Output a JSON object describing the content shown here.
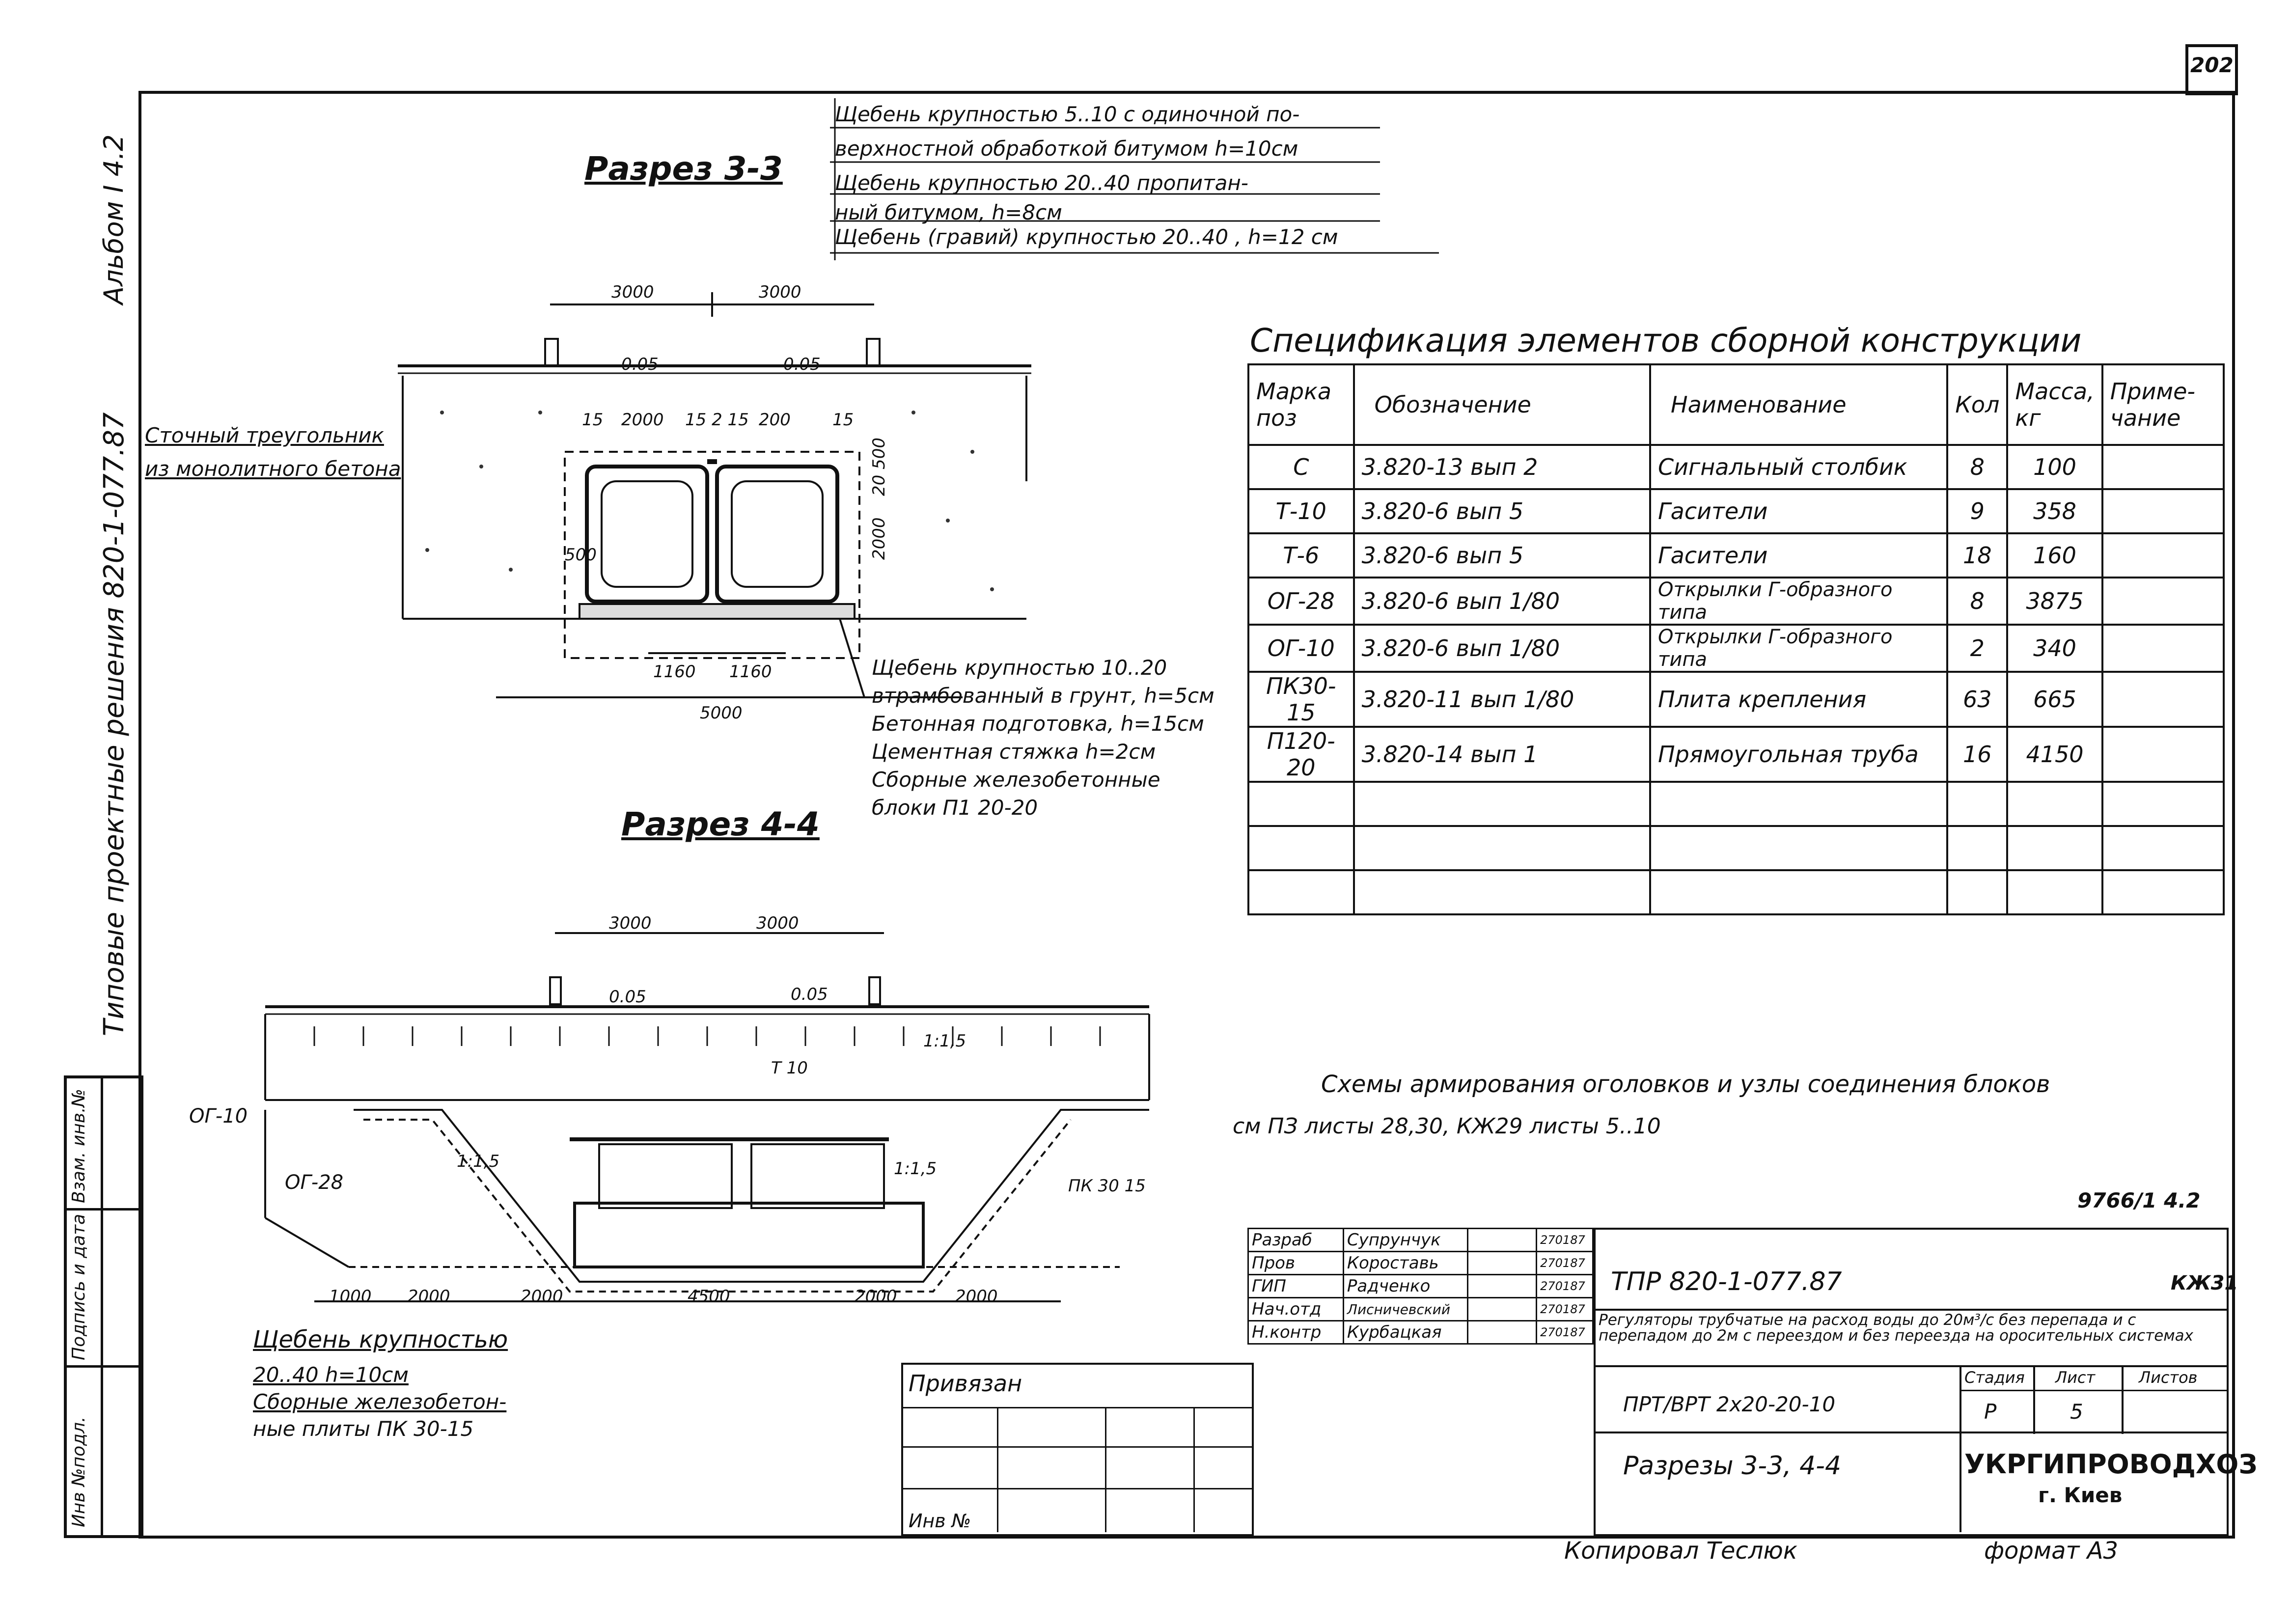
{
  "sheet_number": "202",
  "side_album": "Альбом I 4.2",
  "side_series": "Типовые проектные решения 820-1-077.87",
  "side_fields": [
    "Инв №подл.",
    "Подпись и дата",
    "Взам. инв.№"
  ],
  "top_notes": [
    "Щебень крупностью 5..10   с одиночной по-",
    "верхностной обработкой битумом h=10см",
    "Щебень крупностью 20..40   пропитан-",
    "ный битумом, h=8см",
    "Щебень (гравий) крупностью 20..40   , h=12 см"
  ],
  "section_33": {
    "title": "Разрез 3-3",
    "left_note": [
      "Сточный треугольник",
      "из монолитного бетона"
    ],
    "dims": {
      "d3000a": "3000",
      "d3000b": "3000",
      "d005a": "0.05",
      "d005b": "0.05",
      "d15a": "15",
      "d2000": "2000",
      "d15215": "15 2 15",
      "d200": "200",
      "d15b": "15",
      "d500": "500",
      "d1160a": "1160",
      "d1160b": "1160",
      "d5000": "5000",
      "v2000": "2000",
      "v20500": "20 500"
    },
    "bottom_notes": [
      "Щебень крупностью 10..20",
      "втрамбованный в грунт, h=5см",
      "Бетонная подготовка, h=15см",
      "Цементная стяжка h=2см",
      "Сборные железобетонные",
      "блоки П1 20-20"
    ]
  },
  "section_44": {
    "title": "Разрез 4-4",
    "labels": {
      "og10": "ОГ-10",
      "og28": "ОГ-28",
      "t10": "Т 10",
      "pk3015": "ПК 30 15",
      "slope1": "1:1,5",
      "slope2": "1:1,5",
      "slope3": "1:1,5"
    },
    "dims": {
      "d3000a": "3000",
      "d3000b": "3000",
      "d005a": "0.05",
      "d005b": "0.05",
      "b1000": "1000",
      "b2000a": "2000",
      "b2000b": "2000",
      "b4500": "4500",
      "b2000c": "2000",
      "b2000d": "2000"
    },
    "bottom_notes": [
      "Щебень крупностью",
      "20..40    h=10см",
      "Сборные железобетон-",
      "ные плиты ПК 30-15"
    ]
  },
  "spec": {
    "title": "Спецификация элементов сборной конструкции",
    "headers": [
      "Марка поз",
      "Обозначение",
      "Наименование",
      "Кол",
      "Масса, кг",
      "Приме- чание"
    ],
    "rows": [
      [
        "С",
        "3.820-13  вып 2",
        "Сигнальный столбик",
        "8",
        "100",
        ""
      ],
      [
        "Т-10",
        "3.820-6   вып 5",
        "Гасители",
        "9",
        "358",
        ""
      ],
      [
        "Т-6",
        "3.820-6   вып 5",
        "Гасители",
        "18",
        "160",
        ""
      ],
      [
        "ОГ-28",
        "3.820-6   вып 1/80",
        "Открылки Г-образного типа",
        "8",
        "3875",
        ""
      ],
      [
        "ОГ-10",
        "3.820-6   вып 1/80",
        "Открылки Г-образного типа",
        "2",
        "340",
        ""
      ],
      [
        "ПК30-15",
        "3.820-11  вып 1/80",
        "Плита крепления",
        "63",
        "665",
        ""
      ],
      [
        "П120-20",
        "3.820-14  вып 1",
        "Прямоугольная труба",
        "16",
        "4150",
        ""
      ],
      [
        "",
        "",
        "",
        "",
        "",
        ""
      ],
      [
        "",
        "",
        "",
        "",
        "",
        ""
      ],
      [
        "",
        "",
        "",
        "",
        "",
        ""
      ]
    ]
  },
  "scheme_note": [
    "Схемы   армирования  оголовков  и узлы  соединения  блоков",
    "см  ПЗ листы 28,30, КЖ29  листы 5..10"
  ],
  "ref_mark": "9766/1  4.2",
  "stamp": {
    "roles": [
      "Разраб",
      "Пров",
      "ГИП",
      "Нач.отд",
      "Н.контр"
    ],
    "names": [
      "Супрунчук",
      "Короставь",
      "Радченко",
      "Лисничевский",
      "Курбацкая"
    ],
    "dates": [
      "270187",
      "270187",
      "270187",
      "270187",
      "270187"
    ],
    "code": "ТПР  820-1-077.87",
    "code_suffix": "КЖ31",
    "subject": "Регуляторы трубчатые на расход воды до 20м³/с без перепада и с перепадом до 2м с переездом и без переезда на оросительных системах",
    "drawing": "ПРТ/ВРТ 2x20-20-10",
    "sheet_title": "Разрезы 3-3, 4-4",
    "stage_label": "Стадия",
    "sheet_label": "Лист",
    "sheets_label": "Листов",
    "stage": "Р",
    "sheet": "5",
    "sheets": "",
    "org": "УКРГИПРОВОДХОЗ",
    "city": "г. Киев",
    "attached": "Привязан",
    "inv": "Инв №"
  },
  "copied_by": "Копировал   Теслюк",
  "format": "формат  А3"
}
